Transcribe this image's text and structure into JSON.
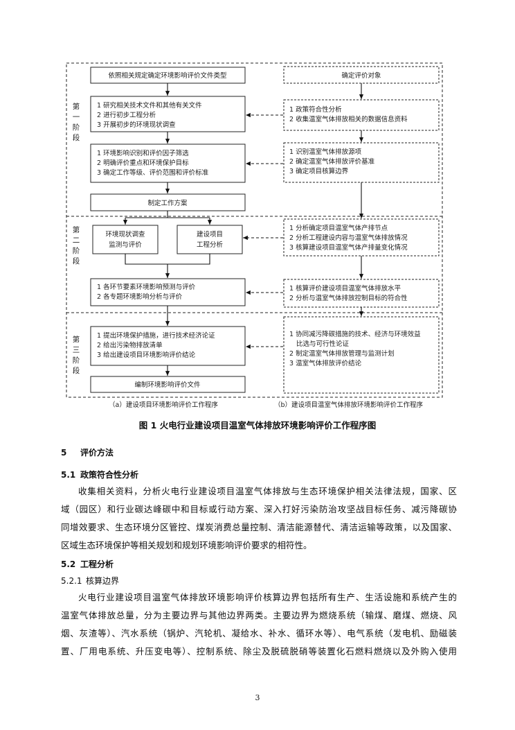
{
  "figure": {
    "stages": {
      "s1": [
        "第",
        "一",
        "阶",
        "段"
      ],
      "s2": [
        "第",
        "二",
        "阶",
        "段"
      ],
      "s3": [
        "第",
        "三",
        "阶",
        "段"
      ]
    },
    "left": {
      "b1": [
        "依照相关规定确定环境影响评价文件类型"
      ],
      "b2": [
        "1 研究相关技术文件和其他有关文件",
        "2 进行初步工程分析",
        "3 开展初步的环境现状调查"
      ],
      "b3": [
        "1 环境影响识别和评价因子筛选",
        "2 明确评价重点和环境保护目标",
        "3 确定工作等级、评价范围和评价标准"
      ],
      "b4": [
        "制定工作方案"
      ],
      "b5": [
        "环境现状调查",
        "监测与评价"
      ],
      "b6": [
        "建设项目",
        "工程分析"
      ],
      "b7": [
        "1 各环节要素环境影响预测与评价",
        "2 各专题环境影响分析与评价"
      ],
      "b8": [
        "1 提出环境保护措施，进行技术经济论证",
        "2 给出污染物排放清单",
        "3 给出建设项目环境影响评价结论"
      ],
      "b9": [
        "编制环境影响评价文件"
      ]
    },
    "right": {
      "r1": [
        "确定评价对象"
      ],
      "r2": [
        "1 政策符合性分析",
        "2 收集温室气体排放相关的数据信息资料"
      ],
      "r3": [
        "1 识别温室气体排放源项",
        "2 确定温室气体排放评价基准",
        "3 确定项目核算边界"
      ],
      "r4": [
        "1 分析确定项目温室气体产排节点",
        "2 分析工程建设内容与温室气体排放情况",
        "3 核算建设项目温室气体产排量变化情况"
      ],
      "r5": [
        "1 核算评价建设项目温室气体排放水平",
        "2 分析与温室气体排放控制目标的符合性"
      ],
      "r6": [
        "1 协同减污降碳措施的技术、经济与环境效益",
        "比选与可行性论证",
        "2 制定温室气体排放管理与监测计划",
        "3 温室气体排放评价结论"
      ]
    },
    "captions": {
      "a": "（a）建设项目环境影响评价工作程序",
      "b": "（b）建设项目温室气体排放环境影响评价工作程序"
    },
    "title": "图 1  火电行业建设项目温室气体排放环境影响评价工作程序图"
  },
  "sections": {
    "s5": {
      "num": "5",
      "title": "评价方法"
    },
    "s51": {
      "num": "5.1",
      "title": "政策符合性分析"
    },
    "p51": [
      "收集相关资料，分析火电行业建设项目温室气体排放与生态环境保护相关法律法规，国家、区",
      "域（园区）和行业碳达峰碳中和目标或行动方案、深入打好污染防治攻坚战目标任务、减污降碳协",
      "同增效要求、生态环境分区管控、煤炭消费总量控制、清洁能源替代、清洁运输等政策，以及国家、",
      "区域生态环境保护等相关规划和规划环境影响评价要求的相符性。"
    ],
    "s52": {
      "num": "5.2",
      "title": "工程分析"
    },
    "s521": {
      "num": "5.2.1",
      "title": "核算边界"
    },
    "p521": [
      "火电行业建设项目温室气体排放环境影响评价核算边界包括所有生产、生活设施和系统产生的",
      "温室气体排放总量，分为主要边界与其他边界两类。主要边界为燃烧系统（输煤、磨煤、燃烧、风",
      "烟、灰渣等）、汽水系统（锅炉、汽轮机、凝给水、补水、循环水等）、电气系统（发电机、励磁装",
      "置、厂用电系统、升压变电等）、控制系统、除尘及脱硫脱硝等装置化石燃料燃烧以及外购入使用"
    ]
  },
  "page_number": "3"
}
